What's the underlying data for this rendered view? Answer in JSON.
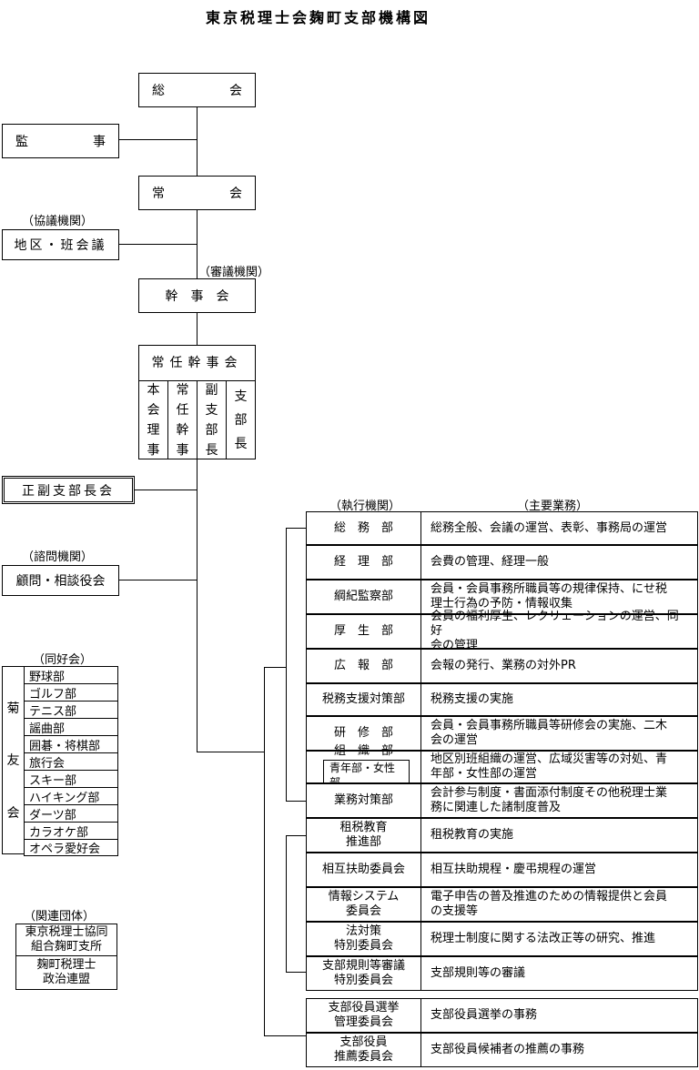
{
  "title": "東京税理士会麹町支部機構図",
  "nodes": {
    "sokai": "総　　　　会",
    "kanji": "監　　　　事",
    "jokai": "常　　　　会",
    "kyogi_label": "（協議機関）",
    "chiku": "地区・班会議",
    "shingi_label": "（審議機関）",
    "kanjikai": "幹　事　会",
    "jonin": "常任幹事会",
    "jonin_cols": [
      "本会理事",
      "常任幹事",
      "副支部長",
      "支　部長"
    ],
    "seifuku": "正副支部長会",
    "shimon_label": "（諮問機関）",
    "komon": "顧問・相談役会",
    "doukou_label": "（同好会）",
    "kikuyu": [
      "菊",
      "友",
      "会"
    ],
    "clubs": [
      "野球部",
      "ゴルフ部",
      "テニス部",
      "謡曲部",
      "囲碁・将棋部",
      "旅行会",
      "スキー部",
      "ハイキング部",
      "ダーツ部",
      "カラオケ部",
      "オペラ愛好会"
    ],
    "kanren_label": "（関連団体）",
    "kanren": [
      "東京税理士協同\n組合麹町支所",
      "麹町税理士\n政治連盟"
    ]
  },
  "exec": {
    "header_left": "（執行機関）",
    "header_right": "（主要業務）",
    "rows": [
      {
        "name": "総　務　部",
        "duty": "総務全般、会議の運営、表彰、事務局の運営"
      },
      {
        "name": "経　理　部",
        "duty": "会費の管理、経理一般"
      },
      {
        "name": "綱紀監察部",
        "duty": "会員・会員事務所職員等の規律保持、にせ税\n理士行為の予防・情報収集"
      },
      {
        "name": "厚　生　部",
        "duty": "会員の福利厚生、レクリェーションの運営、同好\n会の管理"
      },
      {
        "name": "広　報　部",
        "duty": "会報の発行、業務の対外PR"
      },
      {
        "name": "税務支援対策部",
        "duty": "税務支援の実施"
      },
      {
        "name": "研　修　部",
        "duty": "会員・会員事務所職員等研修会の実施、二木\n会の運営"
      },
      {
        "name": "組　織　部",
        "sub": "青年部・女性部",
        "duty": "地区別班組織の運営、広域災害等の対処、青\n年部・女性部の運営"
      },
      {
        "name": "業務対策部",
        "duty": "会計参与制度・書面添付制度その他税理士業\n務に関連した諸制度普及"
      },
      {
        "name": "租税教育\n推進部",
        "duty": "租税教育の実施"
      },
      {
        "name": "相互扶助委員会",
        "duty": "相互扶助規程・慶弔規程の運営"
      },
      {
        "name": "情報システム\n委員会",
        "duty": "電子申告の普及推進のための情報提供と会員\nの支援等"
      },
      {
        "name": "法対策\n特別委員会",
        "duty": "税理士制度に関する法改正等の研究、推進"
      },
      {
        "name": "支部規則等審議\n特別委員会",
        "duty": "支部規則等の審議"
      }
    ],
    "rows2": [
      {
        "name": "支部役員選挙\n管理委員会",
        "duty": "支部役員選挙の事務"
      },
      {
        "name": "支部役員\n推薦委員会",
        "duty": "支部役員候補者の推薦の事務"
      }
    ]
  }
}
